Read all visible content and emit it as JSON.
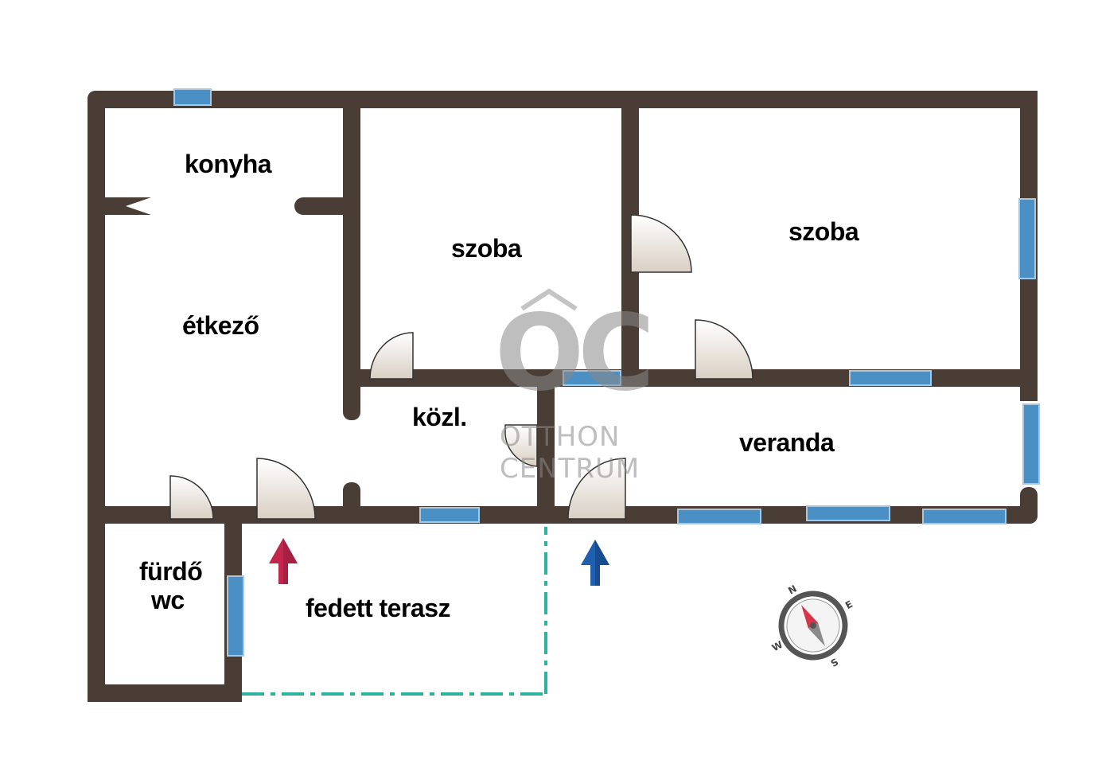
{
  "rooms": {
    "konyha": "konyha",
    "szoba_left": "szoba",
    "szoba_right": "szoba",
    "etkezo": "étkező",
    "kozl": "közl.",
    "veranda": "veranda",
    "furdo": "fürdő",
    "wc": "wc",
    "terasz": "fedett terasz"
  },
  "watermark": {
    "logo": "OC",
    "line1": "OTTHON",
    "line2": "CENTRUM"
  },
  "compass": {
    "n": "N",
    "e": "E",
    "s": "S",
    "w": "W"
  },
  "colors": {
    "wall": "#4a3d36",
    "window": "#4a90c4",
    "door_fill": "#d9cfc4",
    "terrace_line": "#2bb39b",
    "entry_arrow_red": "#c2264d",
    "entry_arrow_blue": "#1f5fb0"
  }
}
